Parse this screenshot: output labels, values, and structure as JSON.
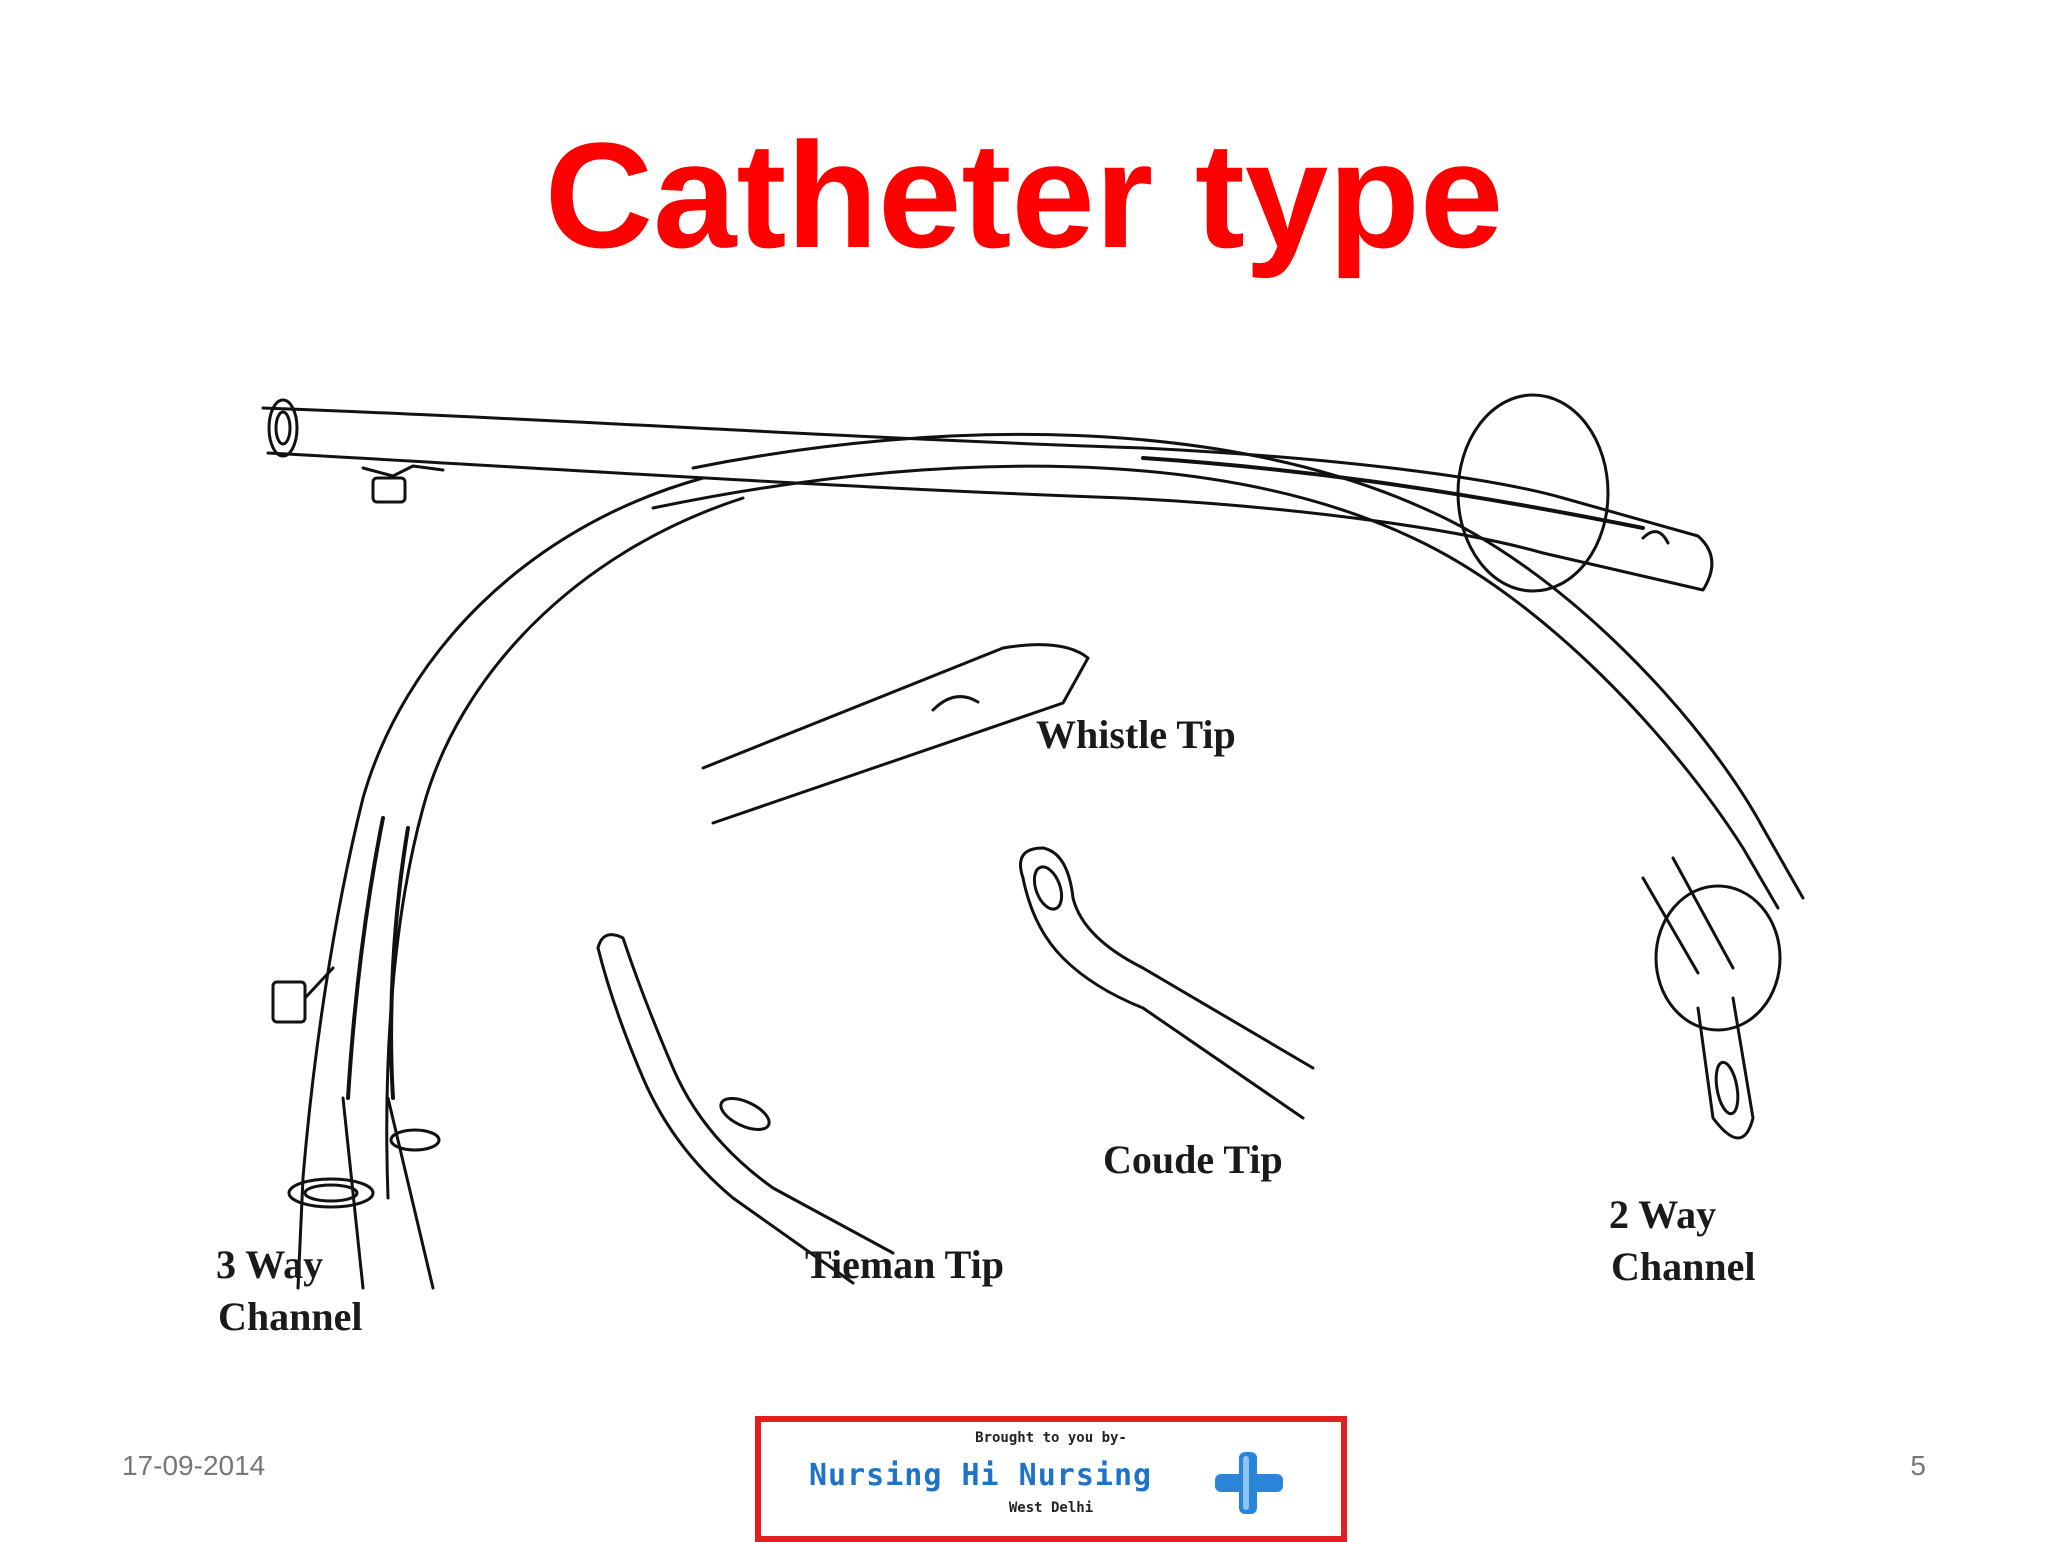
{
  "slide": {
    "title": "Catheter type",
    "date": "17-09-2014",
    "page_number": "5"
  },
  "figure": {
    "labels": {
      "whistle_tip": "Whistle Tip",
      "coude_tip": "Coude Tip",
      "tieman_tip": "Tieman Tip",
      "three_way_line1": "3 Way",
      "three_way_line2": "Channel",
      "two_way_line1": "2 Way",
      "two_way_line2": "Channel"
    }
  },
  "logo": {
    "top_text": "Brought to you by-",
    "main_text": "Nursing Hi Nursing",
    "bottom_text": "West Delhi",
    "border_color": "#e02020",
    "text_color": "#1e73c8"
  },
  "colors": {
    "title": "#ff0000",
    "footer_text": "#777777"
  }
}
